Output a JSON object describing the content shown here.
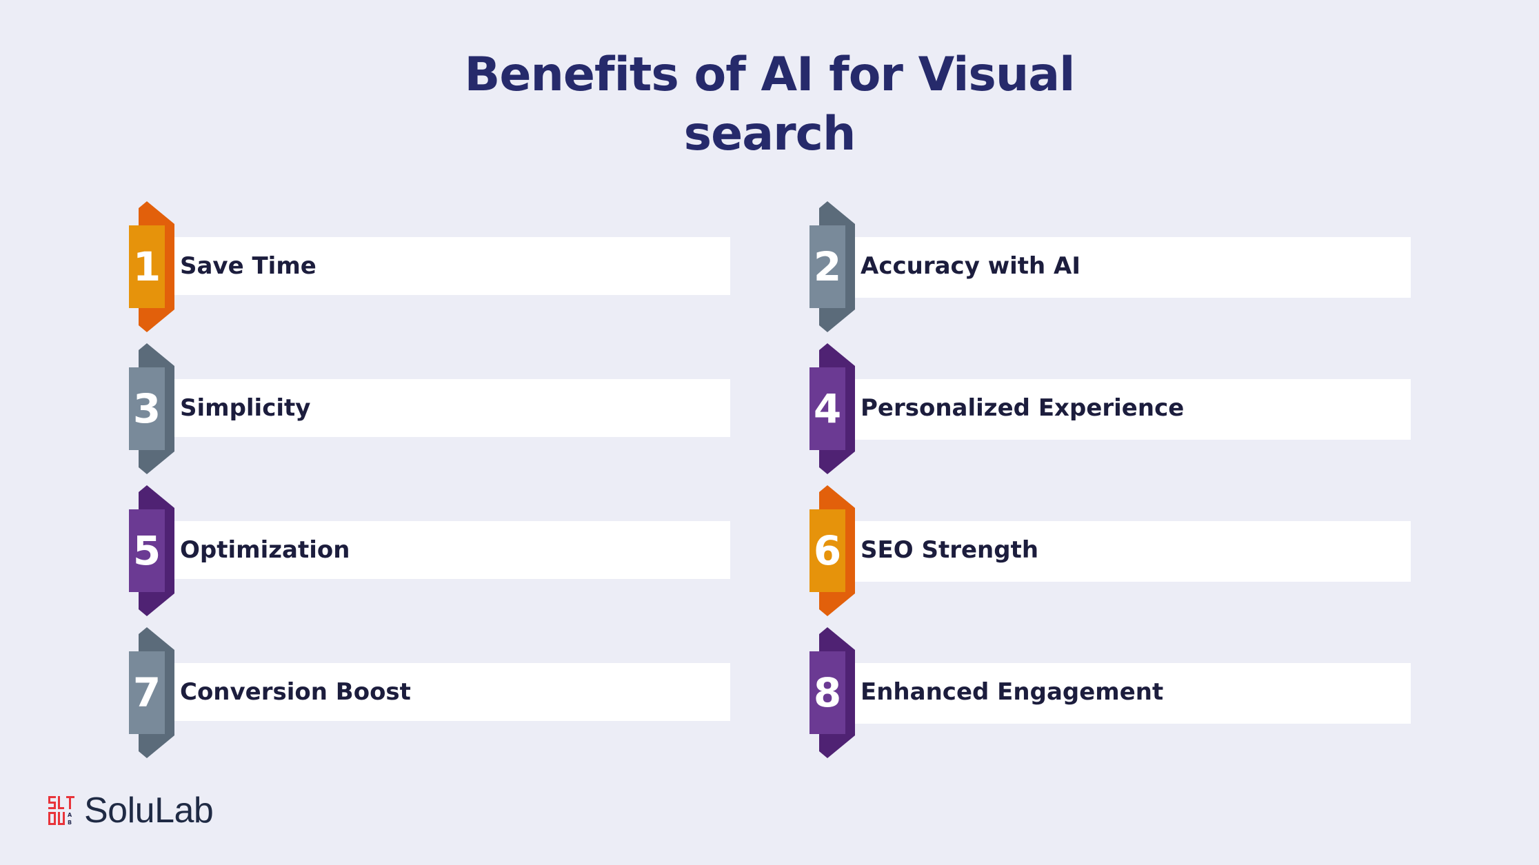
{
  "title": {
    "line1": "Benefits of AI for Visual",
    "line2": "search"
  },
  "items": [
    {
      "number": "1",
      "label": "Save Time",
      "front_color": "#e6930b",
      "back_color": "#e2600b"
    },
    {
      "number": "2",
      "label": "Accuracy with AI",
      "front_color": "#798a9a",
      "back_color": "#5b6b7a"
    },
    {
      "number": "3",
      "label": "Simplicity",
      "front_color": "#798a9a",
      "back_color": "#5b6b7a"
    },
    {
      "number": "4",
      "label": "Personalized Experience",
      "front_color": "#6b3a93",
      "back_color": "#4f2273"
    },
    {
      "number": "5",
      "label": "Optimization",
      "front_color": "#6b3a93",
      "back_color": "#4f2273"
    },
    {
      "number": "6",
      "label": "SEO Strength",
      "front_color": "#e6930b",
      "back_color": "#e2600b"
    },
    {
      "number": "7",
      "label": "Conversion Boost",
      "front_color": "#798a9a",
      "back_color": "#5b6b7a"
    },
    {
      "number": "8",
      "label": "Enhanced Engagement",
      "front_color": "#6b3a93",
      "back_color": "#4f2273"
    }
  ],
  "logo": {
    "name": "SoluLab",
    "icon": "solulab-logo-icon",
    "brand_color": "#e8343a"
  },
  "colors": {
    "background": "#ecedf6",
    "title": "#262a6b",
    "label_text": "#1c1d3d",
    "bar": "#ffffff"
  }
}
